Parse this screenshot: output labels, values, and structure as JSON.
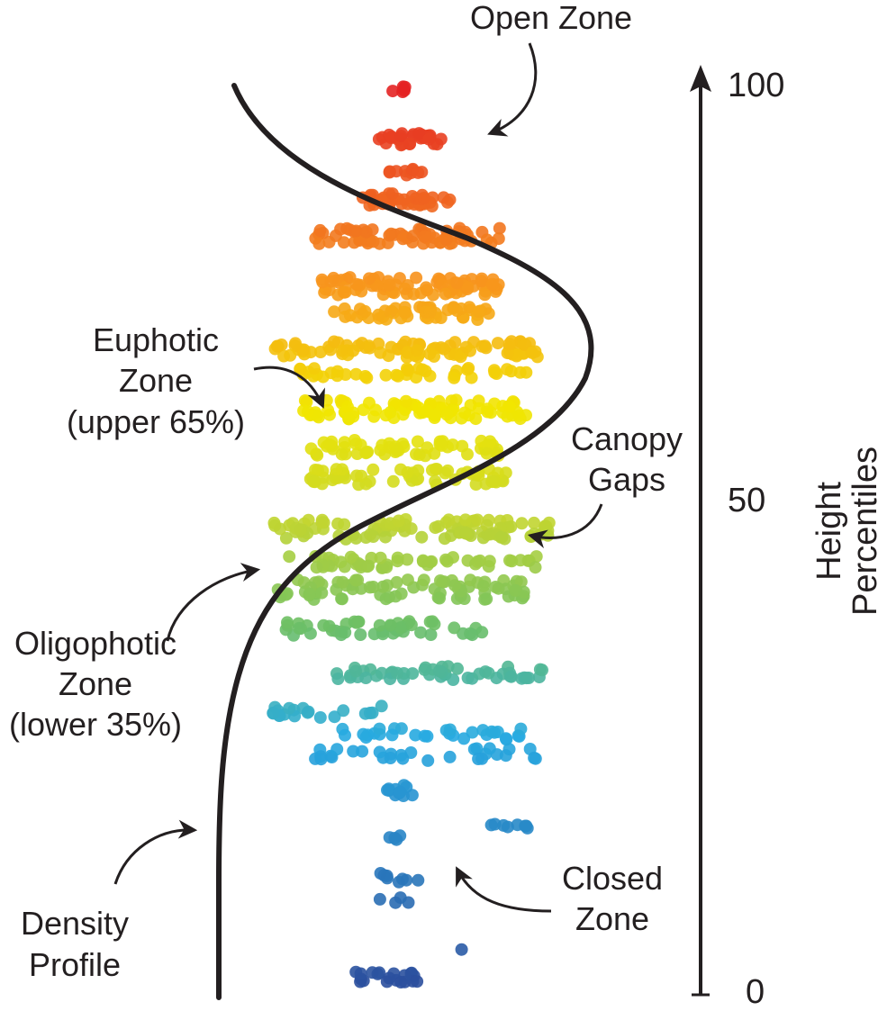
{
  "labels": {
    "open_zone": "Open Zone",
    "euphotic": [
      "Euphotic",
      "Zone",
      "(upper 65%)"
    ],
    "canopy_gaps": [
      "Canopy",
      "Gaps"
    ],
    "oligophotic": [
      "Oligophotic",
      "Zone",
      "(lower 35%)"
    ],
    "closed_zone": [
      "Closed",
      "Zone"
    ],
    "density_profile": [
      "Density",
      "Profile"
    ]
  },
  "axis": {
    "title": [
      "Height",
      "Percentiles"
    ],
    "ticks": [
      "100",
      "50",
      "0"
    ]
  },
  "colors": {
    "ink": "#231f20",
    "gradient_top": "#e31e24",
    "gradient_orange": "#f7941d",
    "gradient_yellow": "#f2e600",
    "gradient_yellowgreen": "#c5d62e",
    "gradient_green": "#6cbf66",
    "gradient_cyan": "#27aae1",
    "gradient_blue": "#2b4c9b"
  }
}
